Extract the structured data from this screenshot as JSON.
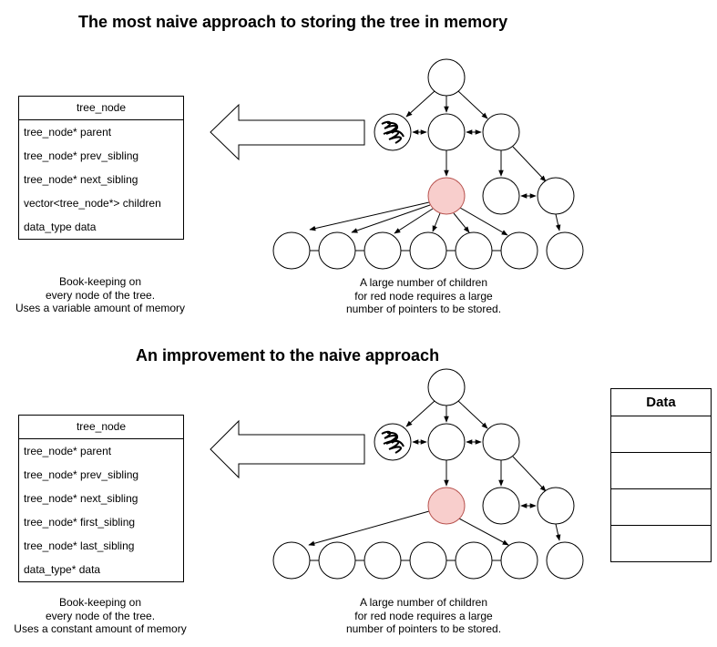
{
  "section1": {
    "title": "The most naive approach to storing the tree in memory",
    "struct": {
      "header": "tree_node",
      "fields": [
        "tree_node* parent",
        "tree_node* prev_sibling",
        "tree_node* next_sibling",
        "vector<tree_node*> children",
        "data_type data"
      ]
    },
    "left_caption": [
      "Book-keeping on",
      "every node of the tree.",
      "Uses a variable amount of memory"
    ],
    "right_caption": [
      "A large number of children",
      "for red node requires a large",
      "number of pointers to be stored."
    ]
  },
  "section2": {
    "title": "An improvement to the naive approach",
    "struct": {
      "header": "tree_node",
      "fields": [
        "tree_node* parent",
        "tree_node* prev_sibling",
        "tree_node* next_sibling",
        "tree_node* first_sibling",
        "tree_node* last_sibling",
        "data_type* data"
      ]
    },
    "left_caption": [
      "Book-keeping on",
      "every node of the tree.",
      "Uses a constant amount of memory"
    ],
    "right_caption": [
      "A large number of children",
      "for red node requires a large",
      "number of pointers to be stored."
    ],
    "data_table": {
      "header": "Data",
      "cells": 4
    }
  },
  "colors": {
    "highlight_node_fill": "#f8cecc",
    "highlight_node_stroke": "#b85450",
    "line": "#333333"
  },
  "icons": {
    "scribble_node": "scribble-icon",
    "big_arrow": "left-arrow-icon"
  }
}
